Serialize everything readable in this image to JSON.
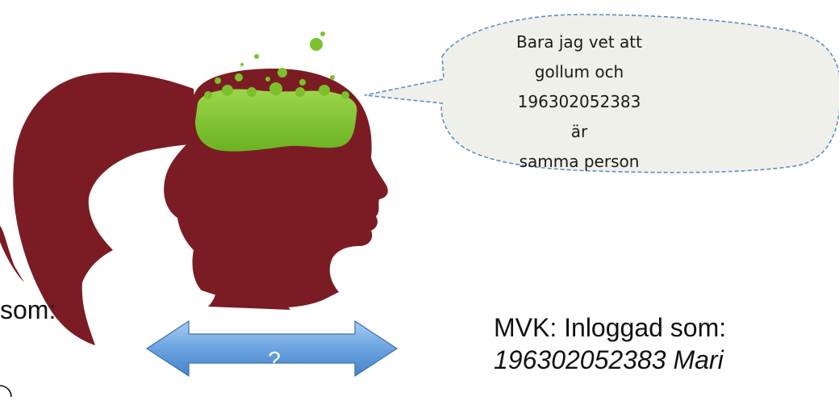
{
  "speech_bubble": {
    "lines": [
      "Bara jag vet att",
      "gollum och",
      "196302052383 är",
      "samma person"
    ]
  },
  "left_label": "som:",
  "arrow_label": "?",
  "mvk": {
    "line1": "MVK: Inloggad som:",
    "line2": "196302052383 Mari"
  },
  "colors": {
    "head": "#7b1c24",
    "bubbles": "#7cc12c",
    "speech_fill": "#f0f0ea",
    "speech_border": "#5b8fc9",
    "arrow_fill": "#6aa3e0",
    "arrow_stroke": "#3d6fae"
  }
}
